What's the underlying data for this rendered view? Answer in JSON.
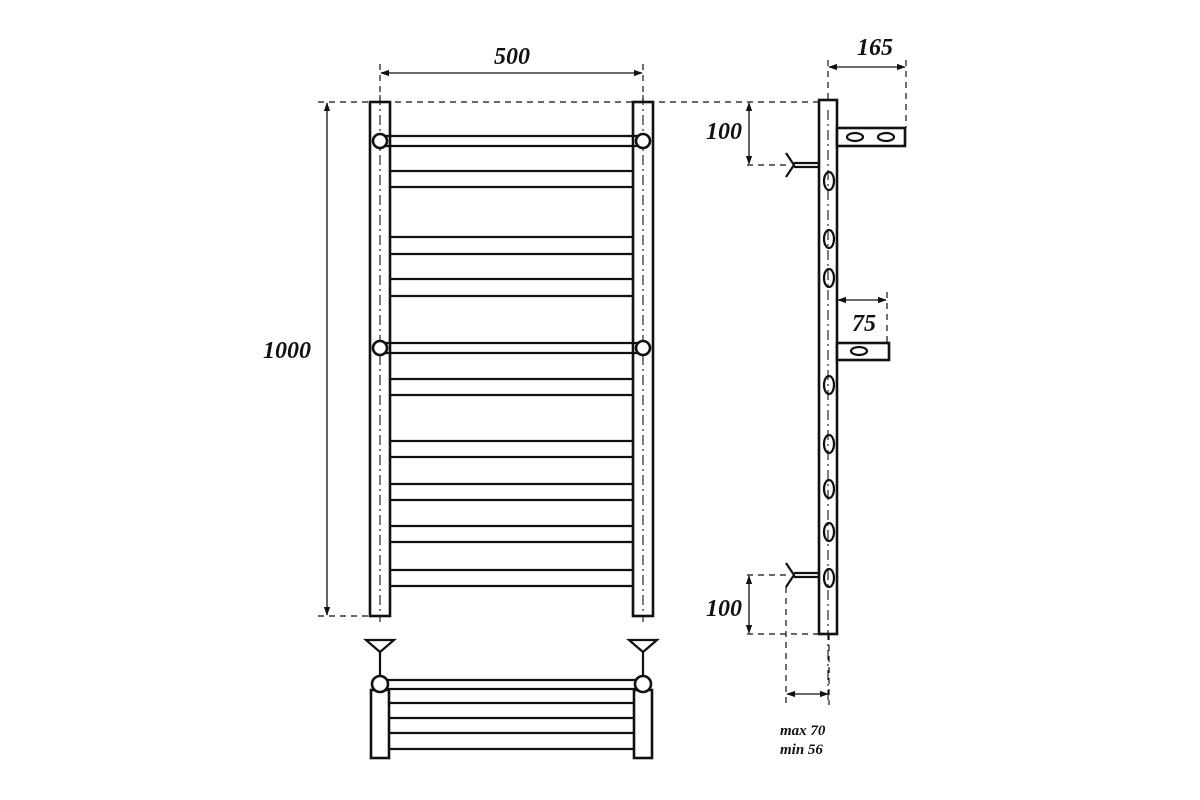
{
  "dimensions": {
    "width": "500",
    "height": "1000",
    "depth": "165",
    "top_offset": "100",
    "bottom_offset": "100",
    "shelf_gap": "75",
    "wall_max": "max 70",
    "wall_min": "min 56"
  },
  "colors": {
    "line": "#111111",
    "background": "#ffffff"
  }
}
